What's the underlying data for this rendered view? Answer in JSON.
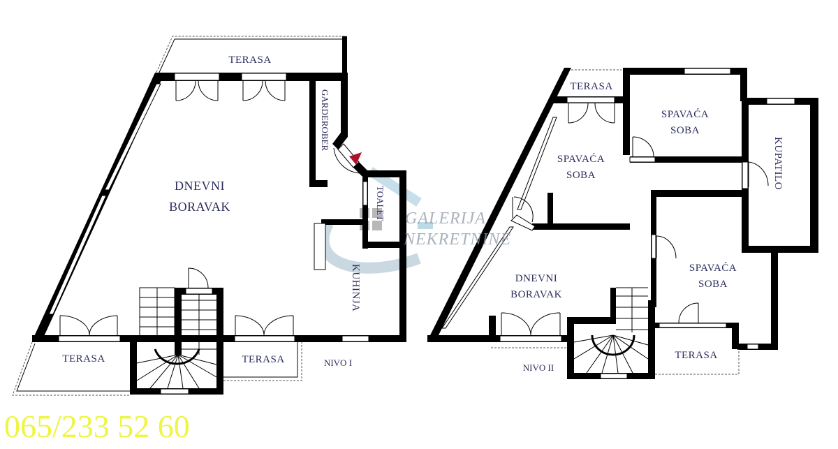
{
  "plan": {
    "level1": {
      "name": "NIVO I",
      "rooms": {
        "terasa_top": "TERASA",
        "garderober": "GARDEROBER",
        "dnevni_line1": "DNEVNI",
        "dnevni_line2": "BORAVAK",
        "toalet": "TOALET",
        "kuhinja": "KUHINJA",
        "terasa_left": "TERASA",
        "terasa_right": "TERASA"
      }
    },
    "level2": {
      "name": "NIVO II",
      "rooms": {
        "terasa_top": "TERASA",
        "spavaca1_line1": "SPAVAĆA",
        "spavaca1_line2": "SOBA",
        "spavaca2_line1": "SPAVAĆA",
        "spavaca2_line2": "SOBA",
        "kupatilo": "KUPATILO",
        "dnevni_line1": "DNEVNI",
        "dnevni_line2": "BORAVAK",
        "spavaca3_line1": "SPAVAĆA",
        "spavaca3_line2": "SOBA",
        "terasa_bottom": "TERASA"
      }
    }
  },
  "watermark": {
    "line1": "GALERIJA",
    "line2": "NEKRETNINE"
  },
  "contact": {
    "phone": "065/233 52 60"
  },
  "colors": {
    "label_text": "#2b2d5c",
    "phone_text": "#eef542",
    "entrance_marker": "#b0102a",
    "watermark_blue": "#7fb0c8"
  }
}
